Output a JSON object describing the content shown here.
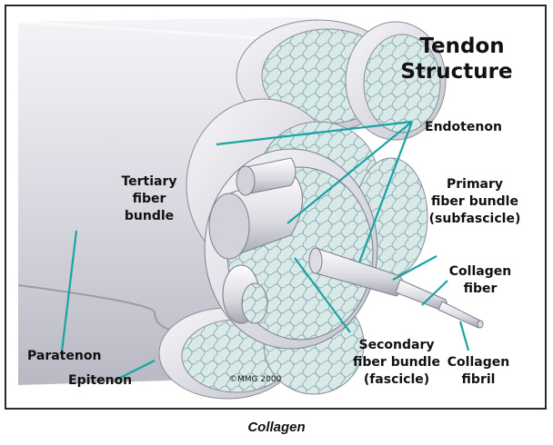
{
  "figure": {
    "title_line1": "Tendon",
    "title_line2": "Structure",
    "copyright": "©MMG 2000",
    "labels": {
      "endotenon": "Endotenon",
      "tertiary_1": "Tertiary",
      "tertiary_2": "fiber",
      "tertiary_3": "bundle",
      "primary_1": "Primary",
      "primary_2": "fiber bundle",
      "primary_3": "(subfascicle)",
      "collagen_fiber_1": "Collagen",
      "collagen_fiber_2": "fiber",
      "secondary_1": "Secondary",
      "secondary_2": "fiber bundle",
      "secondary_3": "(fascicle)",
      "collagen_fibril_1": "Collagen",
      "collagen_fibril_2": "fibril",
      "paratenon": "Paratenon",
      "epitenon": "Epitenon"
    },
    "colors": {
      "leader_line": "#1aa3a3",
      "sheath": "#e4e3ea",
      "fibril_fill": "#cfe3e2"
    }
  },
  "caption": "Collagen"
}
